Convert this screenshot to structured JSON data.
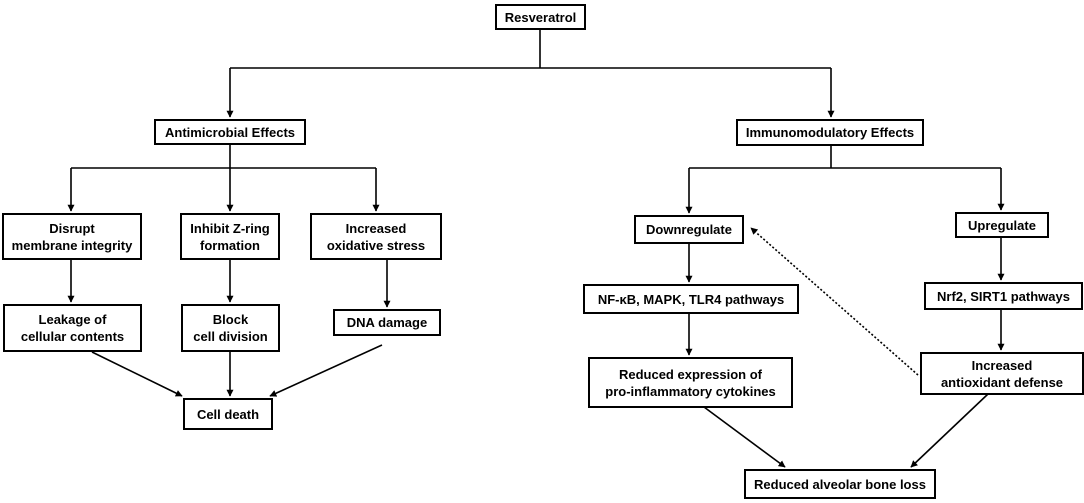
{
  "nodes": {
    "resveratrol": "Resveratrol",
    "antimicrobial": "Antimicrobial Effects",
    "immunomodulatory": "Immunomodulatory Effects",
    "disrupt": "Disrupt\nmembrane integrity",
    "inhibit": "Inhibit Z-ring\nformation",
    "oxidative": "Increased\noxidative stress",
    "leakage": "Leakage of\ncellular contents",
    "block": "Block\ncell division",
    "dna": "DNA damage",
    "cell_death": "Cell death",
    "downregulate": "Downregulate",
    "upregulate": "Upregulate",
    "nfkb": "NF-κB,  MAPK, TLR4 pathways",
    "nrf2": "Nrf2, SIRT1 pathways",
    "reduced_expression": "Reduced expression of\npro-inflammatory cytokines",
    "antioxidant": "Increased\nantioxidant defense",
    "bone_loss": "Reduced alveolar bone loss"
  }
}
